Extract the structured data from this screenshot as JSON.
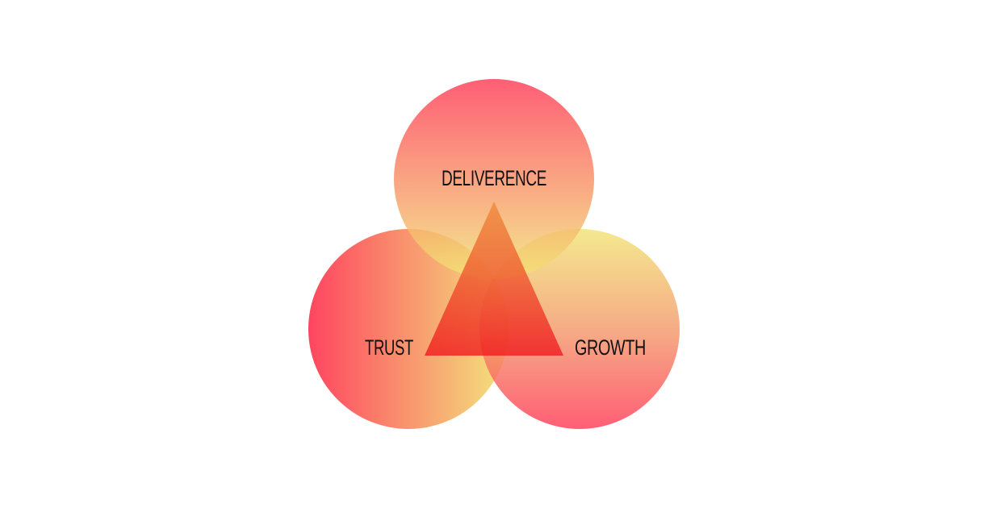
{
  "diagram": {
    "labels": {
      "top": "DELIVERENCE",
      "left": "TRUST",
      "right": "GROWTH"
    },
    "colors": {
      "red": "#ff3b57",
      "salmon": "#f7906e",
      "orange": "#f39a6a",
      "yellow": "#f2e476",
      "triangle_top": "#ee8a3a",
      "triangle_bottom": "#f0161c",
      "text": "#111111",
      "background": "#ffffff"
    }
  }
}
